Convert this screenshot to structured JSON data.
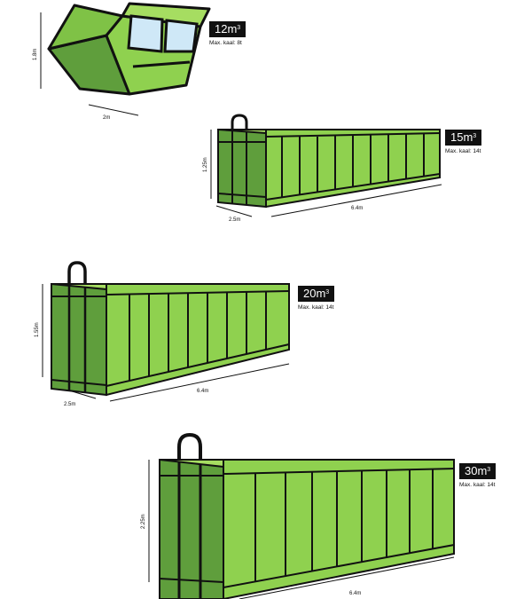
{
  "colors": {
    "container_front": "#8fd14f",
    "container_side": "#5f9e3c",
    "container_top": "#a6dd61",
    "outline": "#111111",
    "window": "#cfe8f7",
    "badge_bg": "#111111",
    "badge_text": "#ffffff"
  },
  "containers": [
    {
      "id": "12m3",
      "volume_number": "12m",
      "volume_exp": "3",
      "max_load": "Max. kaal: 8t",
      "height_label": "1.8m",
      "width_label": "2m",
      "icon": "skip-container-with-windows-icon"
    },
    {
      "id": "15m3",
      "volume_number": "15m",
      "volume_exp": "3",
      "max_load": "Max. kaal: 14t",
      "height_label": "1.25m",
      "width_label": "2.5m",
      "length_label": "6.4m",
      "icon": "roll-off-container-icon"
    },
    {
      "id": "20m3",
      "volume_number": "20m",
      "volume_exp": "3",
      "max_load": "Max. kaal: 14t",
      "height_label": "1.55m",
      "width_label": "2.5m",
      "length_label": "6.4m",
      "icon": "roll-off-container-icon"
    },
    {
      "id": "30m3",
      "volume_number": "30m",
      "volume_exp": "3",
      "max_load": "Max. kaal: 14t",
      "height_label": "2.25m",
      "length_label": "6.4m",
      "icon": "roll-off-container-icon"
    }
  ]
}
